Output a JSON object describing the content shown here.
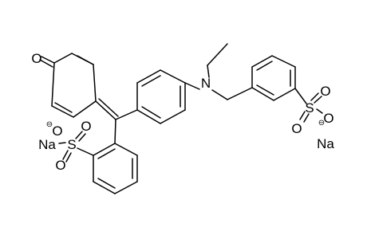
{
  "molecule": {
    "atom_labels": {
      "oxo": "O",
      "amine_n": "N",
      "left_na": "Na",
      "left_o_anion": "O",
      "left_s": "S",
      "left_o_up": "O",
      "left_o_down": "O",
      "right_s": "S",
      "right_o_up": "O",
      "right_o_left": "O",
      "right_o_anion": "O",
      "right_na": "Na"
    },
    "charges": {
      "left_anion": "⊖",
      "right_anion": "⊖"
    },
    "colors": {
      "bond": "#000000",
      "label": "#000000",
      "background": "#ffffff"
    }
  }
}
